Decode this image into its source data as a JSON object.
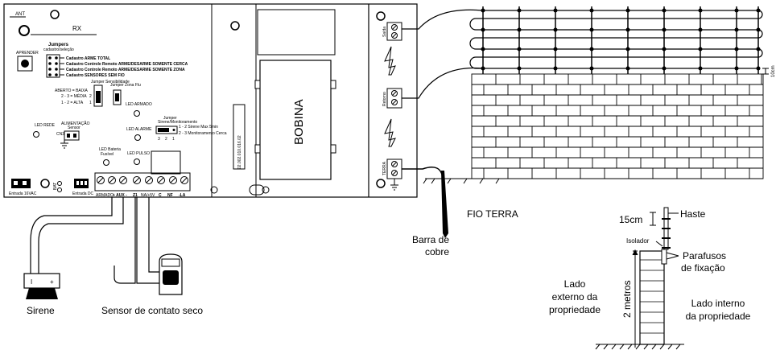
{
  "board": {
    "ant": "ANT",
    "rx": "RX",
    "aprender": "APRENDER",
    "jumpers_title": "Jumpers",
    "jumpers_sub": "cadastro/seleção",
    "modes": [
      "Cadastro ARME TOTAL",
      "Cadastro Controle Remoto ARME/DESARME SOMENTE CERCA",
      "Cadastro Controle Remoto ARME/DESARME SOMENTE ZONA",
      "Cadastro SENSORES SEM FIO"
    ],
    "sens_jumper": "Jumper Sensibilidade",
    "zone_jumper": "Jumper Zona Flu",
    "sens_levels": [
      "ABERTO = BAIXA",
      "2 - 3 = MÉDIA",
      "1 - 2 = ALTA"
    ],
    "sens_nums": [
      "2",
      "1"
    ],
    "led_armado": "LED ARMADO",
    "led_rede": "LED REDE",
    "led_alarme": "LED ALARME",
    "led_bateria": "LED Bateria",
    "fusivel": "Fusível",
    "led_pulso": "LED PULSO",
    "alimentacao": "ALIMENTAÇÃO",
    "sensor_small": "Sensor",
    "cn3": "CN3",
    "sirene_jumper_title": "Jumper",
    "sirene_jumper_sub": "Sirene/Monitoramento",
    "sirene_opts": [
      "1 - 2  Sirene Max 5min",
      "2 - 3  Monitoramento Cerca"
    ],
    "pin_nums": [
      "3",
      "2",
      "1"
    ],
    "entrada_16vac": "Entrada 16VAC",
    "bat": "BAT",
    "entrada_dc": "Entrada DC",
    "terminals": [
      "ARMADO",
      "+ AUX -",
      "Z1",
      "NA/+5V",
      "C",
      "NF",
      "-LA"
    ],
    "bobina": "BOBINA",
    "serial": "02.002.010.016.02",
    "terminal_labels": [
      "Saída",
      "Retorno",
      "TERRA"
    ]
  },
  "labels": {
    "fio_terra": "FIO TERRA",
    "barra_cobre": [
      "Barra de",
      "cobre"
    ],
    "sirene": "Sirene",
    "sirene_terms": [
      "I",
      "+"
    ],
    "sensor_contato": "Sensor de contato seco",
    "dim_10cm": "10cm",
    "dim_15cm": "15cm",
    "haste": "Haste",
    "isolador": "Isolador",
    "parafusos": [
      "Parafusos",
      "de fixação"
    ],
    "dois_metros": "2 metros",
    "lado_externo": [
      "Lado",
      "externo  da",
      "propriedade"
    ],
    "lado_interno": [
      "Lado interno",
      "da propriedade"
    ]
  }
}
